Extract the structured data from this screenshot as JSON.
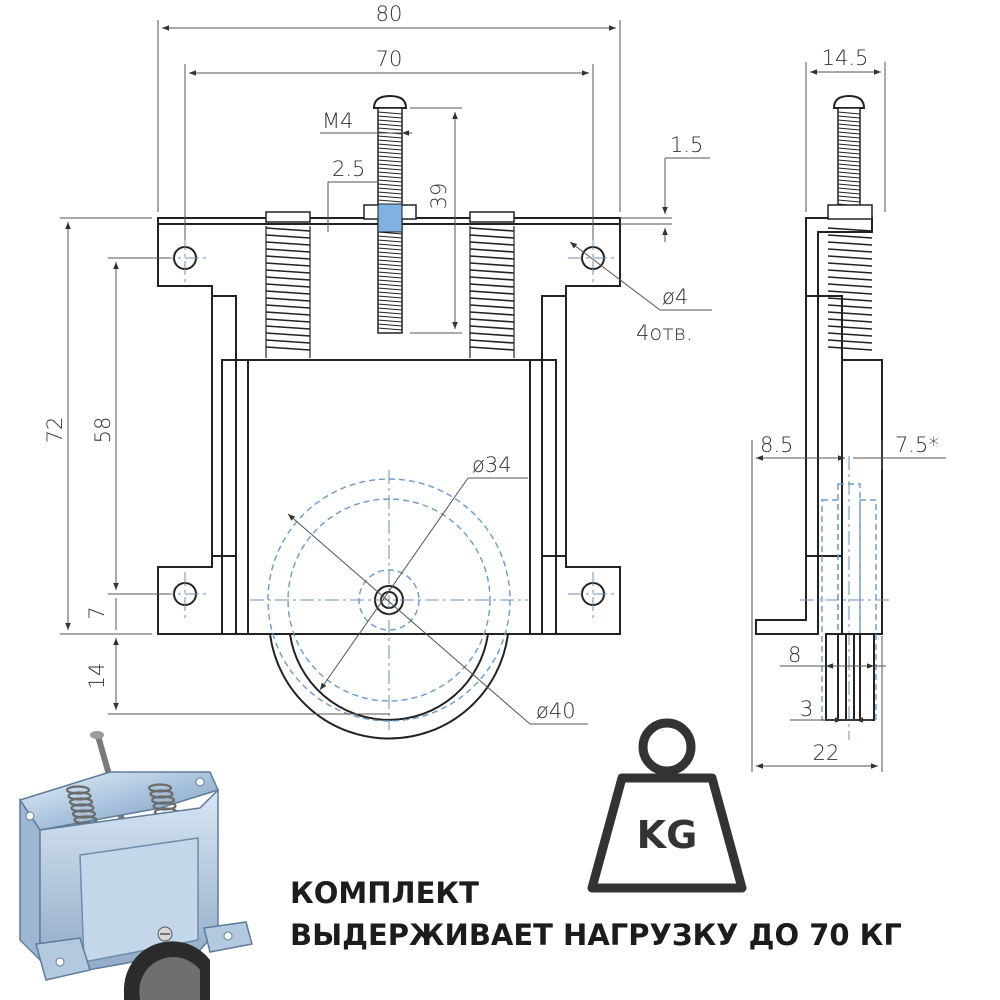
{
  "dimensions": {
    "front_width_total": "80",
    "front_width_holes": "70",
    "bolt_thread": "M4",
    "bolt_offset": "2.5",
    "bolt_length": "39",
    "plate_thickness": "1.5",
    "hole_diameter": "ø4",
    "hole_count": "4отв.",
    "height_total": "72",
    "height_holes": "58",
    "hole_bottom_offset": "7",
    "wheel_protrusion": "14",
    "wheel_inner_diameter": "ø34",
    "wheel_outer_diameter": "ø40",
    "side_width_top": "14.5",
    "side_offset_left": "8.5",
    "side_offset_right": "7.5*",
    "side_wheel_width": "8",
    "side_axle": "3",
    "side_width_bottom": "22"
  },
  "weight_icon": {
    "label": "KG",
    "icon": "weight-icon"
  },
  "caption": {
    "line1": "КОМПЛЕКТ",
    "line2": "ВЫДЕРЖИВАЕТ НАГРУЗКУ ДО 70 КГ"
  },
  "colors": {
    "line": "#222222",
    "centerline": "#6b8fb3",
    "thread_highlight": "#7fb2e0",
    "photo_metal": "#b9cfe4"
  }
}
